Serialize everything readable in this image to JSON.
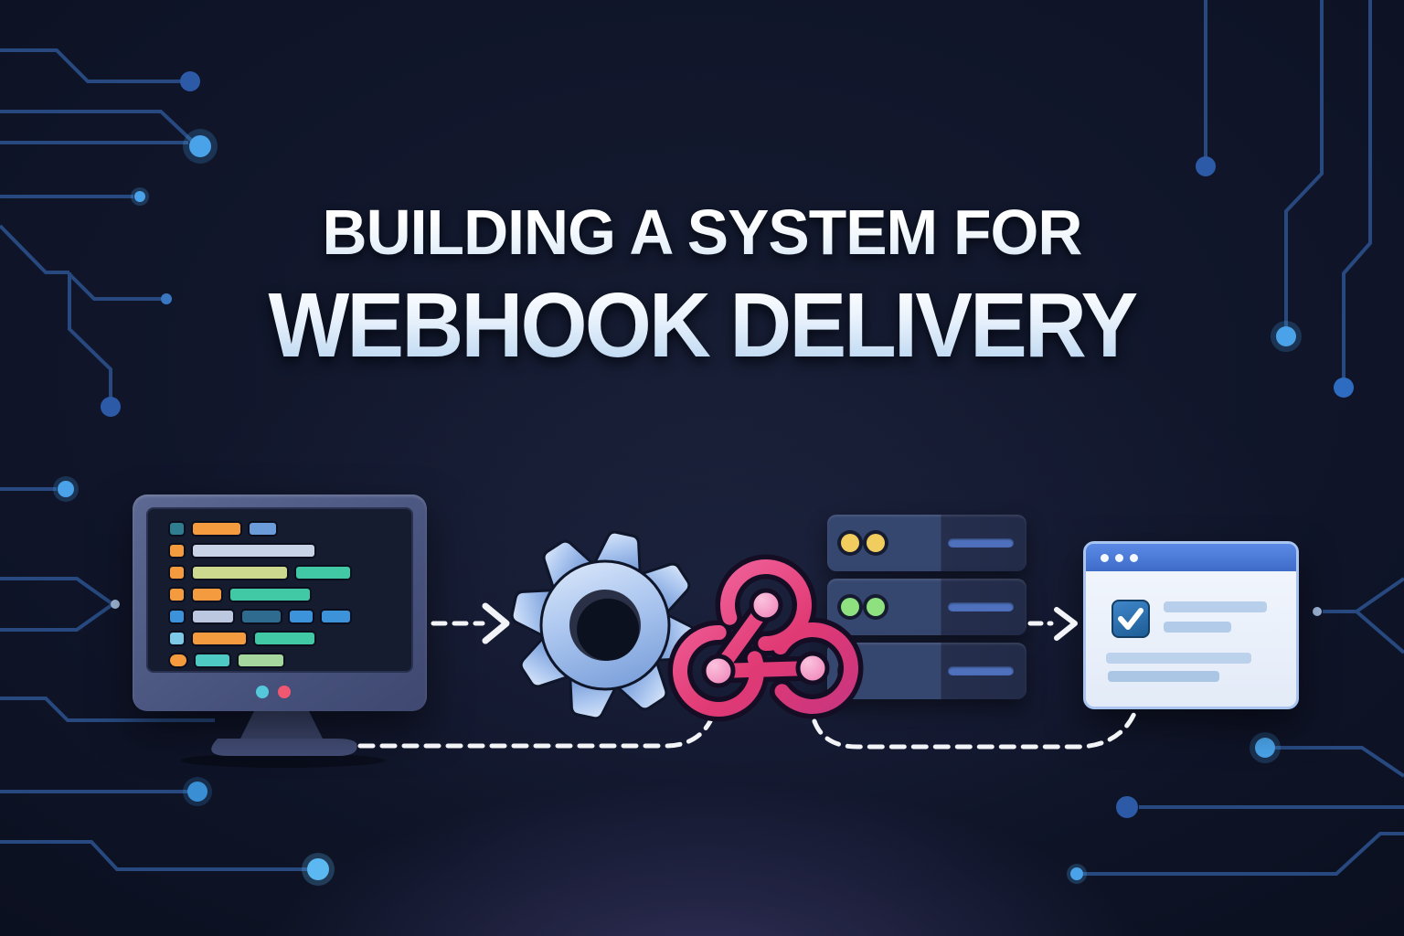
{
  "title": {
    "line1": "BUILDING A SYSTEM FOR",
    "line2": "WEBHOOK DELIVERY"
  },
  "palette": {
    "background": "#10152a",
    "glow_purple": "#685ea8",
    "circuit_line": "#27497f",
    "circuit_dot_bright": "#4aa3e8",
    "circuit_dot_dim": "#2d5aa6",
    "dash_connector": "#f2f4f8",
    "gear_light": "#d9e7fa",
    "gear_dark": "#7fa3dc",
    "webhook_pink": "#f2679f",
    "webhook_crimson": "#d62b6e",
    "webhook_node": "#f4a3cf",
    "monitor_frame": "#4a5580",
    "monitor_screen": "#161c30",
    "server_panel_light": "#36476f",
    "server_panel_dark": "#232c49",
    "server_slot": "#4f71bd",
    "browser_titlebar": "#4a7ad9",
    "browser_body": "#edf2fb",
    "checkbox_blue": "#2a6da8"
  },
  "monitor": {
    "indicator_dots": [
      "#56c8dc",
      "#ef5870"
    ],
    "code_rows": [
      {
        "chip": "#2f7d8f",
        "pill": false,
        "bars": [
          {
            "c": "#f49b3f",
            "w": 52
          },
          {
            "c": "#6b9bd8",
            "w": 29
          }
        ]
      },
      {
        "chip": "#f49b3f",
        "pill": false,
        "bars": [
          {
            "c": "#c9d3e8",
            "w": 133
          }
        ]
      },
      {
        "chip": "#f49b3f",
        "pill": false,
        "bars": [
          {
            "c": "#ccd88e",
            "w": 103
          },
          {
            "c": "#41c9a6",
            "w": 59
          }
        ]
      },
      {
        "chip": "#f49b3f",
        "pill": false,
        "bars": [
          {
            "c": "#f49b3f",
            "w": 31
          },
          {
            "c": "#41c9a6",
            "w": 87
          }
        ]
      },
      {
        "chip": "#3d93d9",
        "pill": false,
        "bars": [
          {
            "c": "#bcc8e0",
            "w": 44
          },
          {
            "c": "#2e6b8e",
            "w": 42
          },
          {
            "c": "#3d93d9",
            "w": 25
          },
          {
            "c": "#3d93d9",
            "w": 31
          }
        ]
      },
      {
        "chip": "#7ec8e8",
        "pill": false,
        "bars": [
          {
            "c": "#f49b3f",
            "w": 58
          },
          {
            "c": "#41c9a6",
            "w": 65
          }
        ]
      },
      {
        "chip": "#f49b3f",
        "pill": true,
        "bars": [
          {
            "c": "#4ec9c4",
            "w": 37
          },
          {
            "c": "#a5d69e",
            "w": 49
          }
        ]
      }
    ]
  },
  "servers": {
    "units": [
      {
        "leds": [
          "#f0cd5e",
          "#f0cd5e"
        ]
      },
      {
        "leds": [
          "#8fe07f",
          "#8fe07f"
        ]
      },
      {
        "leds": [
          "#4fd8cc"
        ]
      }
    ]
  },
  "browser": {
    "titlebar_dot_count": 3,
    "lines": [
      {
        "l": 85,
        "t": 63,
        "w": 113,
        "c": "#b7cfeb"
      },
      {
        "l": 85,
        "t": 85,
        "w": 74,
        "c": "#b2cbe9"
      },
      {
        "l": 22,
        "t": 119,
        "w": 159,
        "c": "#bcd2ec"
      },
      {
        "l": 24,
        "t": 139,
        "w": 122,
        "c": "#abc5e5"
      }
    ]
  }
}
